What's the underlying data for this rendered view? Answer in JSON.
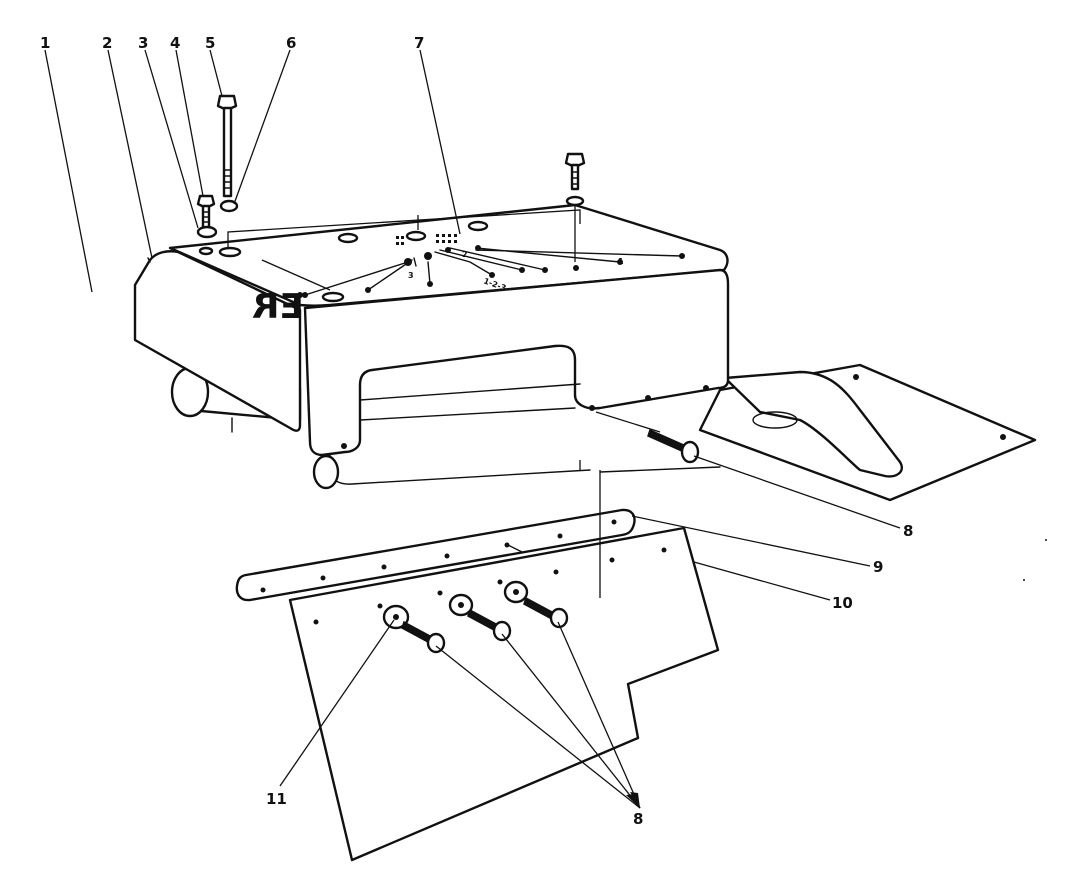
{
  "diagram": {
    "callouts": [
      "1",
      "2",
      "3",
      "4",
      "5",
      "6",
      "7",
      "8",
      "8",
      "9",
      "10",
      "11"
    ],
    "stamped_mark": "ER",
    "top_legends": [
      "1-2-3",
      "1",
      "2",
      "3"
    ]
  }
}
